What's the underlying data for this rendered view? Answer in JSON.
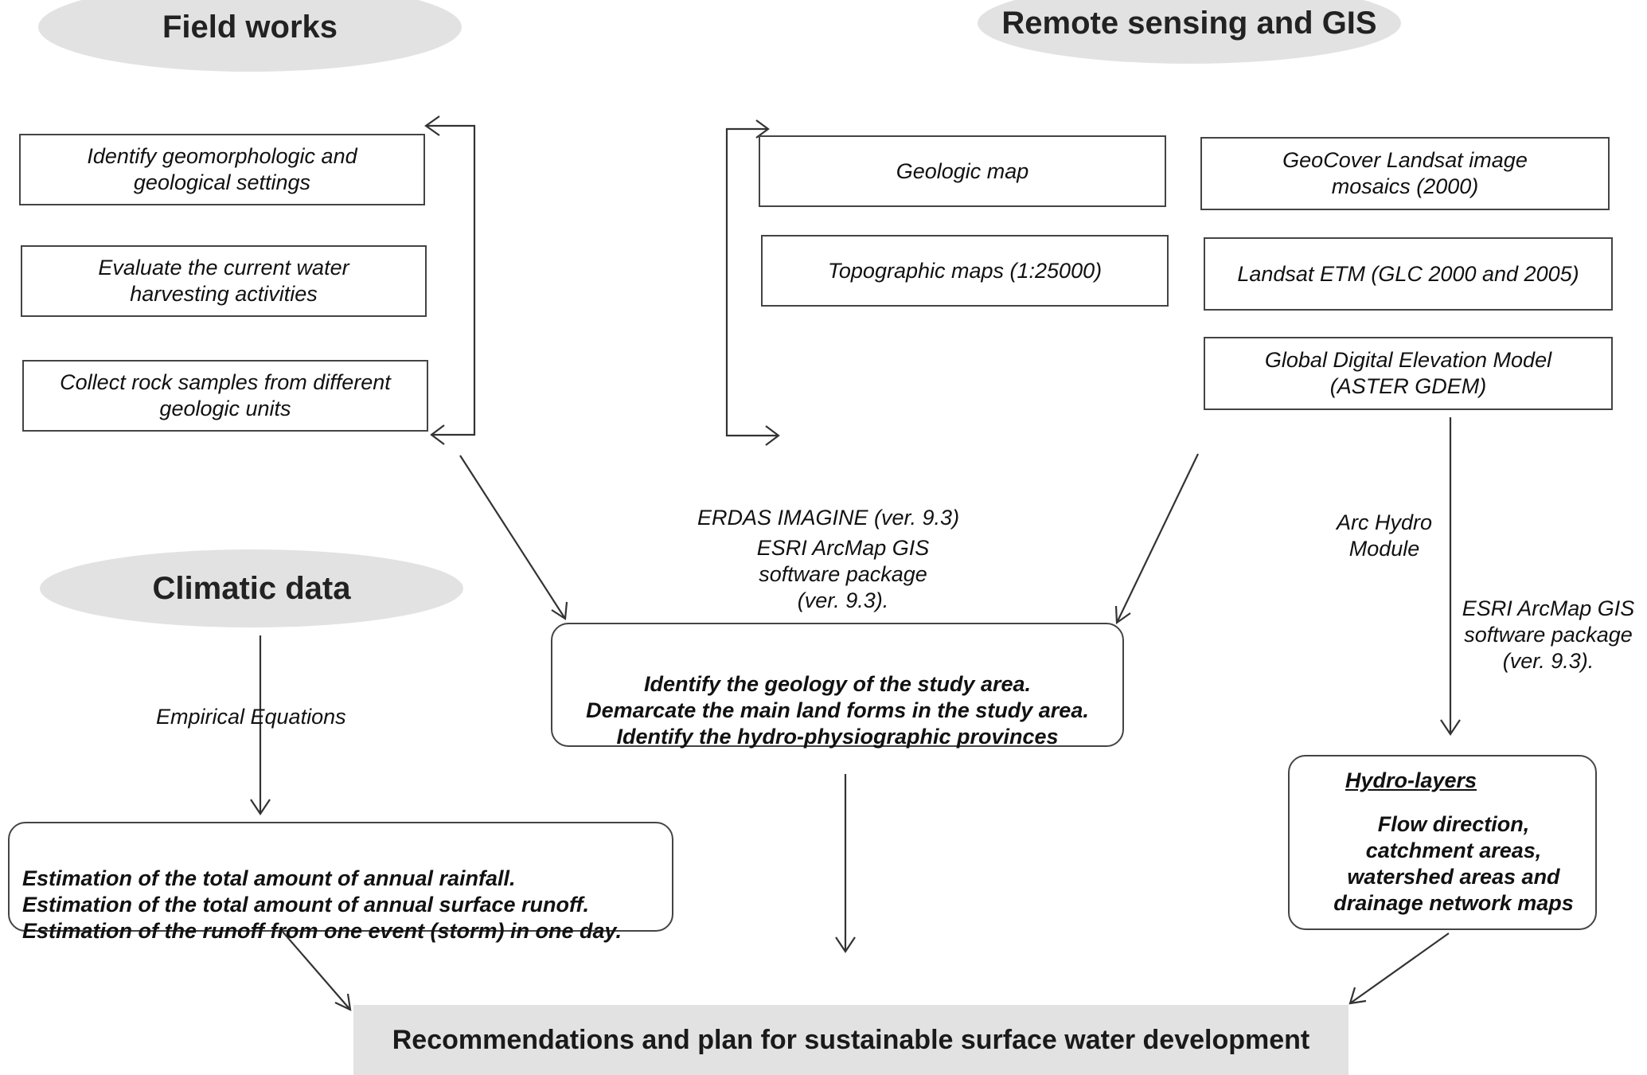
{
  "headers": {
    "field_works": "Field works",
    "remote_sensing": "Remote sensing and GIS",
    "climatic": "Climatic data"
  },
  "field_boxes": {
    "geomorph": "Identify geomorphologic and\ngeological settings",
    "water_harvest": "Evaluate the current water\nharvesting activities",
    "rock_samples": "Collect rock samples from different\ngeologic units"
  },
  "rs_boxes": {
    "geologic_map": "Geologic map",
    "topo_maps": "Topographic maps (1:25000)",
    "geocover": "GeoCover Landsat image\nmosaics (2000)",
    "landsat_etm": "Landsat ETM (GLC 2000 and 2005)",
    "gdem": "Global Digital Elevation Model\n(ASTER GDEM)"
  },
  "labels": {
    "erdas": "ERDAS IMAGINE (ver. 9.3)",
    "esri_center": "ESRI ArcMap GIS\nsoftware package\n(ver. 9.3).",
    "arc_hydro": "Arc Hydro\nModule",
    "esri_right": "ESRI ArcMap GIS\nsoftware package\n(ver. 9.3).",
    "empirical": "Empirical  Equations"
  },
  "geology_box": {
    "text": "Identify the geology of the study area.\nDemarcate  the main land forms in the study area.\nIdentify the hydro-physiographic provinces"
  },
  "rainfall_box": {
    "text": "Estimation of the total amount of annual rainfall.\nEstimation of the total amount of annual surface runoff.\nEstimation of the runoff from one event (storm) in one day."
  },
  "hydro_box": {
    "title": "Hydro-layers ",
    "text": "Flow direction,\ncatchment areas,\nwatershed areas and\ndrainage network maps"
  },
  "final": {
    "text": "Recommendations and plan for sustainable surface water development"
  },
  "colors": {
    "header_fill": "#e2e2e2",
    "line": "#444444"
  }
}
